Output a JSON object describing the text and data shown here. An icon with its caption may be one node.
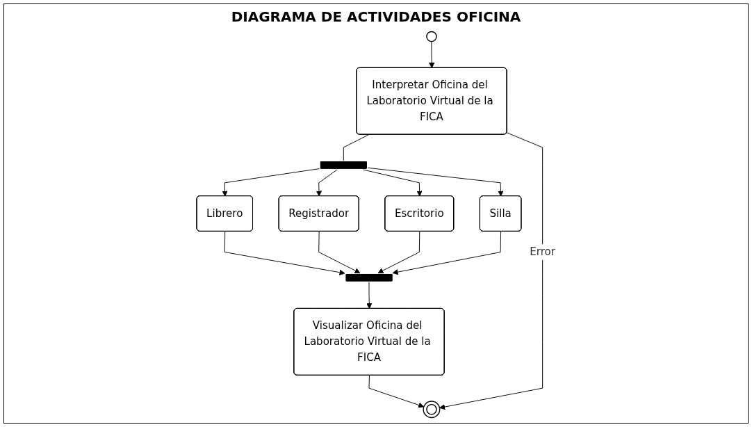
{
  "diagram": {
    "title": "DIAGRAMA DE ACTIVIDADES OFICINA",
    "nodes": [
      {
        "text": [],
        "shape": "circle"
      },
      {
        "text": [
          "Interpretar Oficina del Laboratorio Virtual de la FICA"
        ]
      },
      {
        "text": [],
        "shape": "bar"
      },
      {
        "text": [
          "Librero"
        ]
      },
      {
        "text": [
          "Registrador"
        ]
      },
      {
        "text": [
          "Escritorio"
        ]
      },
      {
        "text": [
          "Silla"
        ]
      },
      {
        "text": [],
        "shape": "bar"
      },
      {
        "text": [
          "Visualizar Oficina del Laboratorio Virtual de la FICA"
        ]
      },
      {
        "text": [],
        "shape": "circle"
      }
    ],
    "edges": [
      {
        "from": 0,
        "to": 1,
        "arrow": "to"
      },
      {
        "from": 1,
        "to": 2,
        "arrow": "none"
      },
      {
        "from": 2,
        "to": 3,
        "arrow": "to"
      },
      {
        "from": 2,
        "to": 4,
        "arrow": "to"
      },
      {
        "from": 2,
        "to": 5,
        "arrow": "to"
      },
      {
        "from": 2,
        "to": 6,
        "arrow": "to"
      },
      {
        "from": 3,
        "to": 7,
        "arrow": "to"
      },
      {
        "from": 4,
        "to": 7,
        "arrow": "to"
      },
      {
        "from": 5,
        "to": 7,
        "arrow": "to"
      },
      {
        "from": 6,
        "to": 7,
        "arrow": "to"
      },
      {
        "from": 7,
        "to": 8,
        "arrow": "to"
      },
      {
        "from": 8,
        "to": 9,
        "arrow": "to"
      },
      {
        "from": 1,
        "to": 9,
        "label": "Error",
        "arrow": "to"
      }
    ]
  }
}
